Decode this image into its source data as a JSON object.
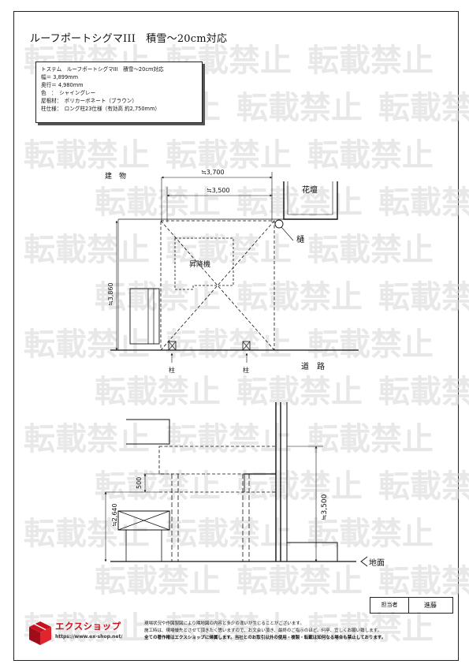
{
  "title": "ルーフポートシグマIII　積雪～20cm対応",
  "spec": [
    "トステム　ルーフポートシグマIII　積雪～20cm対応",
    "幅＝ 3,899mm",
    "奥行＝ 4,980mm",
    "色　：　シャイングレー",
    "屋根材：　ポリカーボネート（ブラウン）",
    "柱仕様：　ロング柱23仕様（有効高 約2,750mm）"
  ],
  "plan": {
    "building_label": "建　物",
    "width_dim": "≒3,700",
    "inner_dim": "≒3,500",
    "planter_label": "花壇",
    "gutter_label": "樋",
    "lift_label": "昇降機",
    "height_dim": "≒3,860",
    "pillar_label": "柱",
    "road_label": "道　路"
  },
  "elevation": {
    "dim_500": "500",
    "dim_2640": "≒2,640",
    "dim_3500": "≒3,500",
    "ground_label": "地面"
  },
  "footer": {
    "staff_label": "担当者",
    "staff_name": "進藤",
    "logo_text": "エクスショップ",
    "logo_url": "https://www.ex-shop.net/",
    "disclaimer": [
      "現場状況や作図製図により隣地図の内容と多少の違いが生じることがございます。",
      "施工時は、現場優先とさせて頂きたく思いますので、お文会い頂き、最終のご指示のほど、何卒、宜しくお願い致します。",
      "全ての著作権はエクスショップに帰属します。当社とのお取引以外の使用・複製・転載は如何なる場合も禁止しております。"
    ]
  },
  "watermark": "転載禁止"
}
